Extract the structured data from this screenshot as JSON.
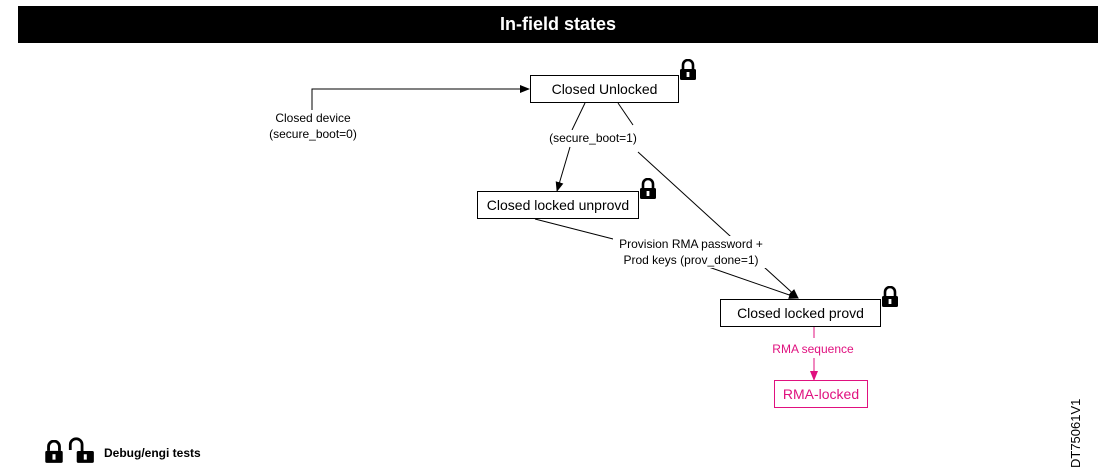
{
  "title": "In-field states",
  "states": {
    "closed_unlocked": "Closed Unlocked",
    "closed_locked_unprovd": "Closed locked unprovd",
    "closed_locked_provd": "Closed locked provd",
    "rma_locked": "RMA-locked"
  },
  "edges": {
    "closed_device_line1": "Closed device",
    "closed_device_line2": "(secure_boot=0)",
    "secure_boot": "(secure_boot=1)",
    "provision_line1": "Provision RMA password +",
    "provision_line2": "Prod keys (prov_done=1)",
    "rma_sequence": "RMA sequence"
  },
  "legend": {
    "label": "Debug/engi tests",
    "icons": [
      "locked-padlock-icon",
      "unlocked-padlock-icon"
    ]
  },
  "doc_id": "DT75061V1",
  "colors": {
    "rma": "#e0117f",
    "title_bg": "#000000",
    "title_fg": "#ffffff"
  }
}
